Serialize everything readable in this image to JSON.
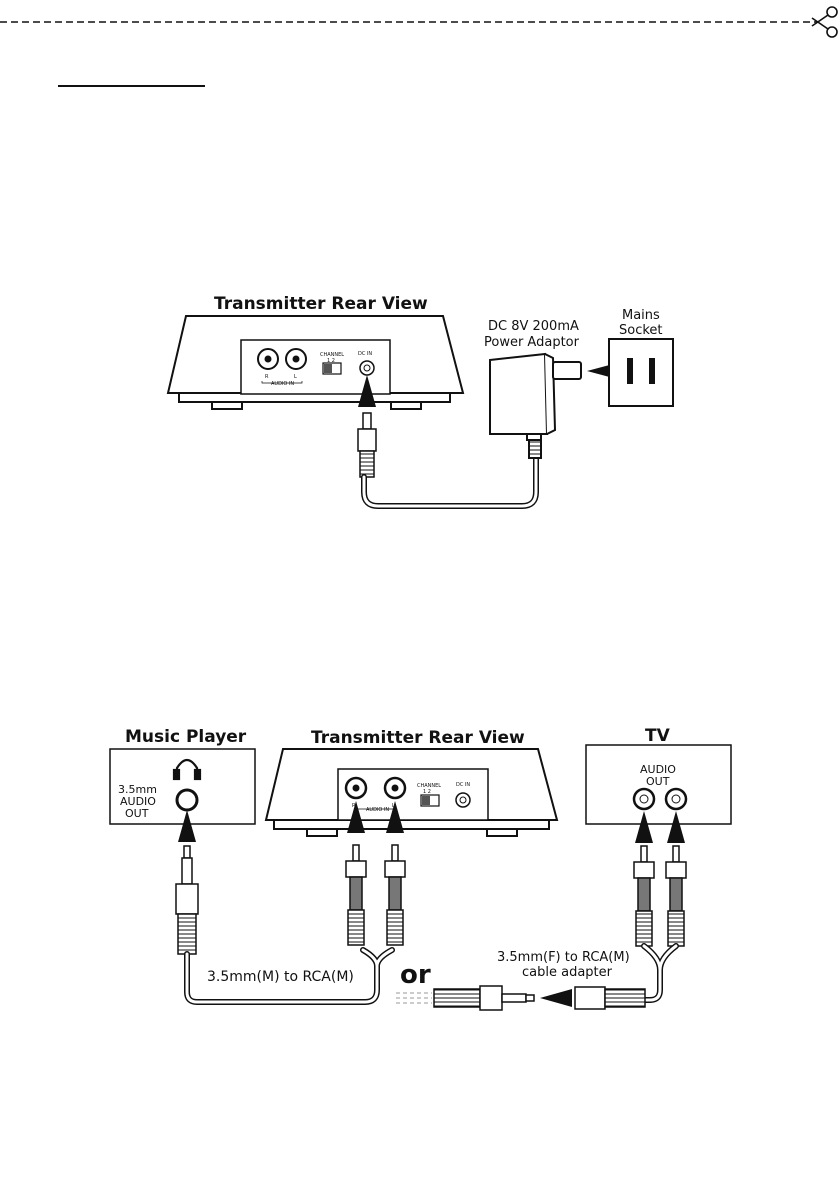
{
  "page": {
    "header_rule": true
  },
  "diagram1": {
    "title": "Transmitter Rear View",
    "adaptor_label_line1": "DC 8V 200mA",
    "adaptor_label_line2": "Power Adaptor",
    "socket_label_line1": "Mains",
    "socket_label_line2": "Socket",
    "panel": {
      "channel": "CHANNEL",
      "channel_nums": "1   2",
      "dc_in": "DC IN",
      "r": "R",
      "l": "L",
      "audio_in": "AUDIO IN"
    }
  },
  "diagram2": {
    "music_player_title": "Music Player",
    "transmitter_title": "Transmitter Rear View",
    "tv_title": "TV",
    "player_out_line1": "3.5mm",
    "player_out_line2": "AUDIO",
    "player_out_line3": "OUT",
    "tv_out_line1": "AUDIO",
    "tv_out_line2": "OUT",
    "cable_label": "3.5mm(M) to RCA(M)",
    "or_label": "or",
    "adapter_label_line1": "3.5mm(F) to RCA(M)",
    "adapter_label_line2": "cable adapter",
    "panel": {
      "channel": "CHANNEL",
      "channel_nums": "1   2",
      "dc_in": "DC IN",
      "r": "R",
      "l": "L",
      "audio_in": "AUDIO IN"
    }
  }
}
